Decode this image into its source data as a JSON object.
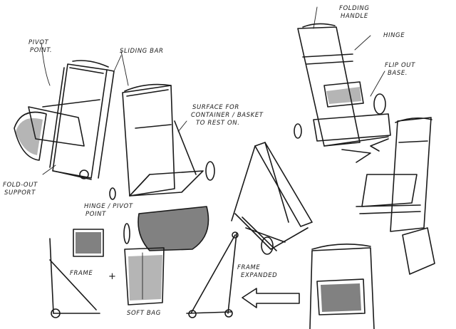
{
  "labels": {
    "pivot_point": [
      "PIVOT",
      "POINT."
    ],
    "sliding_bar": "SLIDING BAR",
    "fold_out_support": [
      "FOLD-OUT",
      "SUPPORT"
    ],
    "hinge_pivot_point": [
      "HINGE / PIVOT",
      "POINT"
    ],
    "surface_basket": [
      "SURFACE FOR",
      "CONTAINER / BASKET",
      "TO REST ON."
    ],
    "folding_handle": [
      "FOLDING",
      "HANDLE"
    ],
    "hinge": "HINGE",
    "flip_out_base": [
      "FLIP OUT",
      "BASE."
    ],
    "frame": "FRAME",
    "plus": "+",
    "soft_bag": "SOFT BAG",
    "frame_expanded": [
      "FRAME",
      "EXPANDED"
    ]
  }
}
